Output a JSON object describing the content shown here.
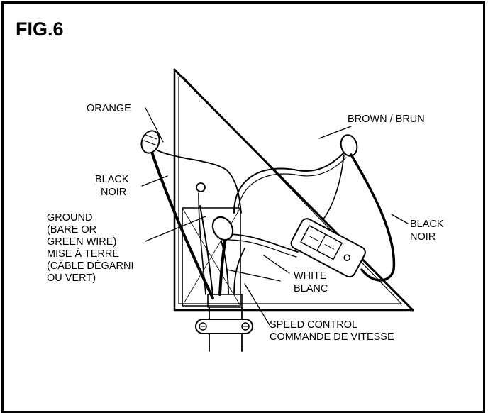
{
  "figure": {
    "title": "FIG.6",
    "labels": {
      "orange": "ORANGE",
      "brown": "BROWN / BRUN",
      "black_left_1": "BLACK",
      "black_left_2": "NOIR",
      "ground_1": "GROUND",
      "ground_2": "(BARE OR",
      "ground_3": "GREEN WIRE)",
      "ground_4": "MISE À TERRE",
      "ground_5": "(CÂBLE DÉGARNI",
      "ground_6": "OU VERT)",
      "black_right_1": "BLACK",
      "black_right_2": "NOIR",
      "white_1": "WHITE",
      "white_2": "BLANC",
      "speed_1": "SPEED CONTROL",
      "speed_2": "COMMANDE DE VITESSE"
    }
  }
}
